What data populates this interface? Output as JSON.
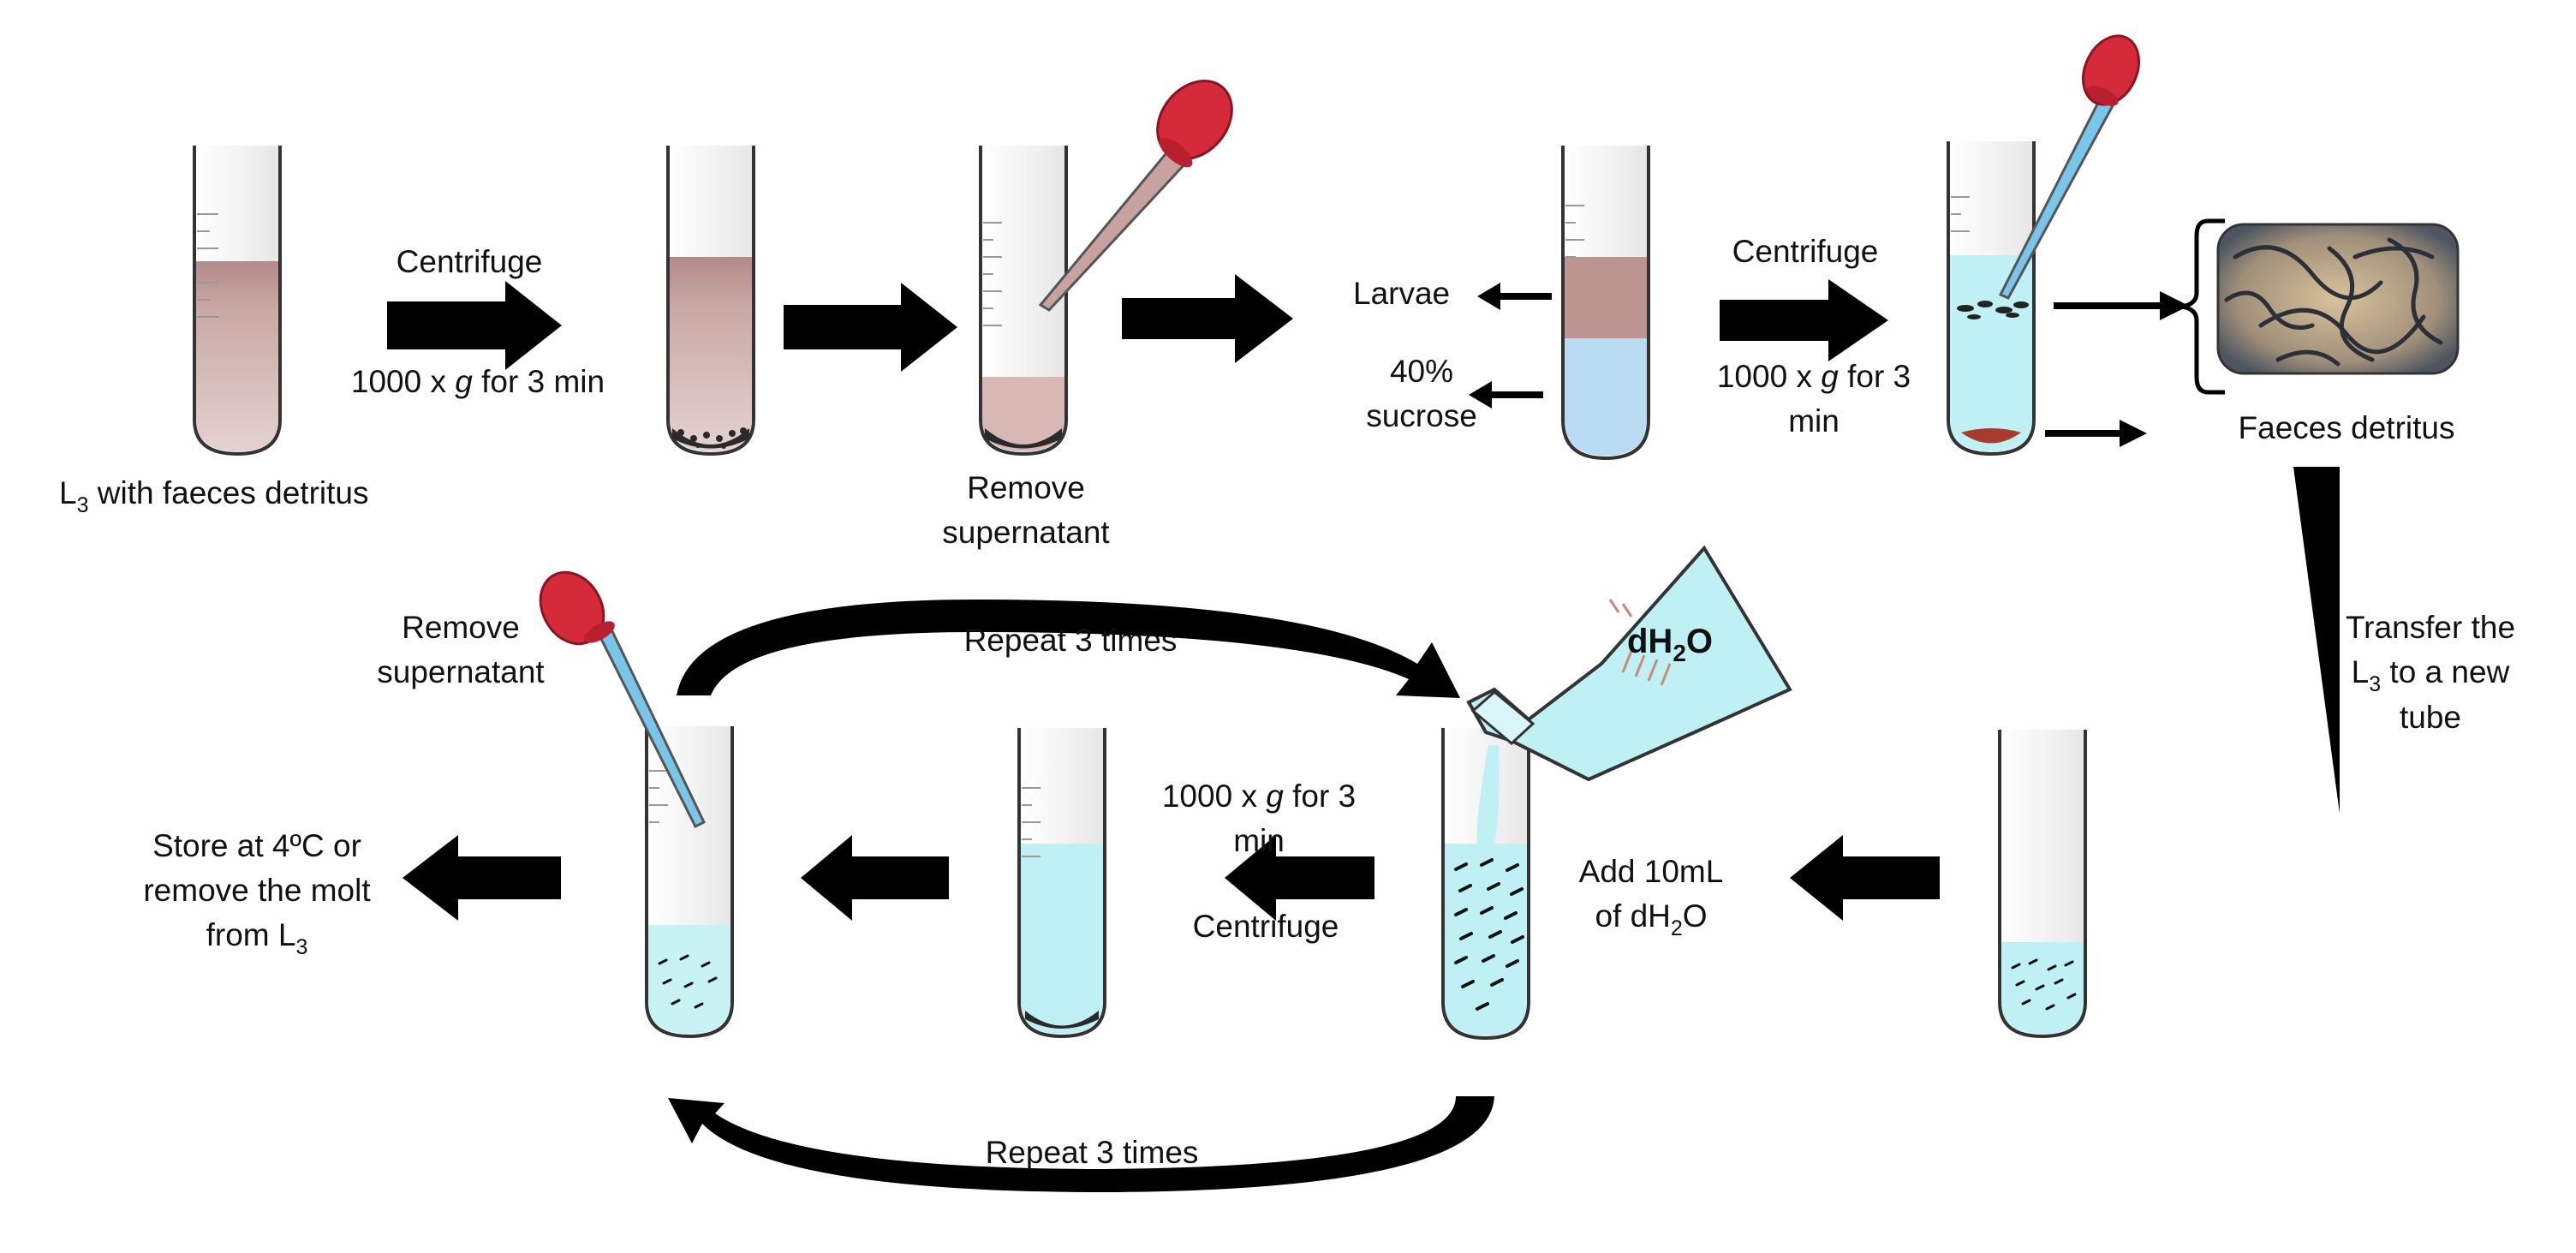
{
  "labels": {
    "start": "L3 with faeces detritus",
    "centrifuge_1": "Centrifuge",
    "speed_1": "1000 x g for 3 min",
    "remove_supernatant_1a": "Remove",
    "remove_supernatant_1b": "supernatant",
    "larvae": "Larvae",
    "sucrose_a": "40%",
    "sucrose_b": "sucrose",
    "centrifuge_2": "Centrifuge",
    "speed_2a": "1000 x g for 3",
    "speed_2b": "min",
    "faeces_detritus": "Faeces detritus",
    "transfer_a": "Transfer the",
    "transfer_b": "L3 to a new",
    "transfer_c": "tube",
    "add_water_a": "Add 10mL",
    "add_water_b": "of dH2O",
    "flask_label": "dH2O",
    "speed_3a": "1000 x g for 3",
    "speed_3b": "min",
    "centrifuge_3": "Centrifuge",
    "repeat_top": "Repeat 3 times",
    "repeat_bottom": "Repeat 3 times",
    "remove_supernatant_2a": "Remove",
    "remove_supernatant_2b": "supernatant",
    "store_a": "Store at 4ºC or",
    "store_b": "remove the molt",
    "store_c": "from L3"
  },
  "colors": {
    "faeces_liquid": "#c7a5a2",
    "faeces_band": "#b48a88",
    "sucrose": "#b9dcf4",
    "water": "#bff0f4",
    "sediment": "#2a2a2a",
    "pipette_bulb": "#d42a3a",
    "arrow": "#000000"
  }
}
